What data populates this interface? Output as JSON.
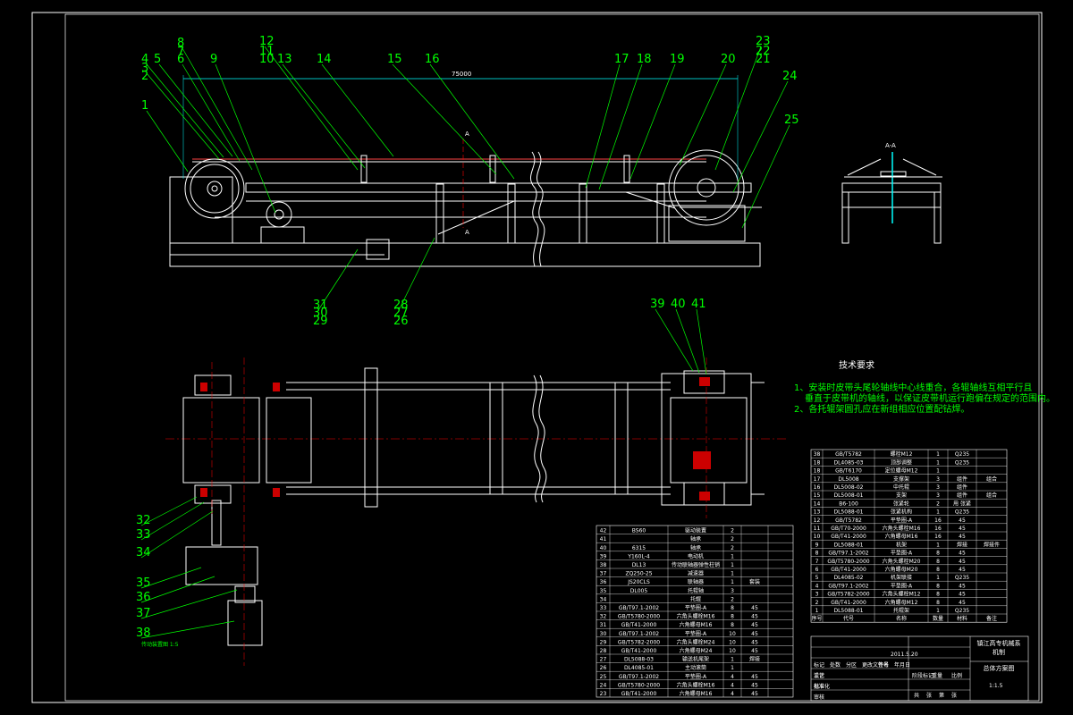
{
  "drawing": {
    "callouts_top": [
      "1",
      "2",
      "3",
      "4",
      "5",
      "6",
      "7",
      "8",
      "9",
      "10",
      "11",
      "12",
      "13",
      "14",
      "15",
      "16",
      "17",
      "18",
      "19",
      "20",
      "21",
      "22",
      "23",
      "24",
      "25"
    ],
    "callouts_mid": [
      "26",
      "27",
      "28",
      "29",
      "30",
      "31"
    ],
    "callouts_plan_top": [
      "39",
      "40",
      "41"
    ],
    "callouts_plan_left": [
      "32",
      "33",
      "34",
      "35",
      "36",
      "37",
      "38"
    ],
    "overall_dimension": "75000",
    "section_mark": "A",
    "section_title": "A-A",
    "plan_caption": "传动装置图 1:5"
  },
  "notes": {
    "title": "技术要求",
    "lines": [
      "1、安装时皮带头尾轮轴线中心线重合，各辊轴线互相平行且",
      "垂直于皮带机的轴线，以保证皮带机运行跑偏在规定的范围内。",
      "2、各托辊架圆孔应在新组相应位置配钻焊。"
    ]
  },
  "bom_right": [
    [
      "38",
      "GB/T5782",
      "螺栓M12",
      "1",
      "Q235",
      ""
    ],
    [
      "18",
      "DL4085-03",
      "顶部调整",
      "1",
      "Q235",
      ""
    ],
    [
      "18",
      "GB/T6170",
      "定位螺母M12",
      "1",
      "",
      ""
    ],
    [
      "17",
      "DL5008",
      "支撑架",
      "3",
      "组件",
      "组合"
    ],
    [
      "16",
      "DL5008-02",
      "中托辊",
      "3",
      "组件",
      ""
    ],
    [
      "15",
      "DL5008-01",
      "支架",
      "3",
      "组件",
      "组合"
    ],
    [
      "14",
      "B6-100",
      "张紧轮",
      "2",
      "用 张紧",
      ""
    ],
    [
      "13",
      "DL5088-01",
      "张紧机构",
      "1",
      "Q235",
      ""
    ],
    [
      "12",
      "GB/T5782",
      "平垫圈-A",
      "16",
      "45",
      ""
    ],
    [
      "11",
      "GB/T70-2000",
      "六角头螺栓M16",
      "16",
      "45",
      ""
    ],
    [
      "10",
      "GB/T41-2000",
      "六角螺母M16",
      "16",
      "45",
      ""
    ],
    [
      "9",
      "DL5088-01",
      "机架",
      "1",
      "焊接",
      "焊接件"
    ],
    [
      "8",
      "GB/T97.1-2002",
      "平垫圈-A",
      "8",
      "45",
      ""
    ],
    [
      "7",
      "GB/T5780-2000",
      "六角头螺栓M20",
      "8",
      "45",
      ""
    ],
    [
      "6",
      "GB/T41-2000",
      "六角螺母M20",
      "8",
      "45",
      ""
    ],
    [
      "5",
      "DL4085-02",
      "机架联接",
      "1",
      "Q235",
      ""
    ],
    [
      "4",
      "GB/T97.1-2002",
      "平垫圈-A",
      "8",
      "45",
      ""
    ],
    [
      "3",
      "GB/T5782-2000",
      "六角头螺栓M12",
      "8",
      "45",
      ""
    ],
    [
      "2",
      "GB/T41-2000",
      "六角螺母M12",
      "8",
      "45",
      ""
    ],
    [
      "1",
      "DL5088-01",
      "托辊架",
      "1",
      "Q235",
      ""
    ]
  ],
  "bom_left": [
    [
      "42",
      "BS60",
      "驱动装置",
      "2",
      "",
      ""
    ],
    [
      "41",
      "",
      "轴承",
      "2",
      "",
      ""
    ],
    [
      "40",
      "6315",
      "轴承",
      "2",
      "",
      ""
    ],
    [
      "39",
      "Y160L-4",
      "电动机",
      "1",
      "",
      ""
    ],
    [
      "38",
      "DL13",
      "传动联轴器弹性柱销",
      "1",
      "",
      ""
    ],
    [
      "37",
      "ZQ250-25",
      "减速器",
      "1",
      "",
      ""
    ],
    [
      "36",
      "JS20CLS",
      "联轴器",
      "1",
      "套装",
      ""
    ],
    [
      "35",
      "DL005",
      "托辊轴",
      "3",
      "",
      ""
    ],
    [
      "34",
      "",
      "托辊",
      "2",
      "",
      ""
    ],
    [
      "33",
      "GB/T97.1-2002",
      "平垫圈-A",
      "8",
      "45",
      ""
    ],
    [
      "32",
      "GB/T5780-2000",
      "六角头螺栓M16",
      "8",
      "45",
      ""
    ],
    [
      "31",
      "GB/T41-2000",
      "六角螺母M16",
      "8",
      "45",
      ""
    ],
    [
      "30",
      "GB/T97.1-2002",
      "平垫圈-A",
      "10",
      "45",
      ""
    ],
    [
      "29",
      "GB/T5782-2000",
      "六角头螺栓M24",
      "10",
      "45",
      ""
    ],
    [
      "28",
      "GB/T41-2000",
      "六角螺母M24",
      "10",
      "45",
      ""
    ],
    [
      "27",
      "DL5088-03",
      "输送机尾架",
      "1",
      "焊接",
      ""
    ],
    [
      "26",
      "DL4085-01",
      "主动滚筒",
      "1",
      "",
      ""
    ],
    [
      "25",
      "GB/T97.1-2002",
      "平垫圈-A",
      "4",
      "45",
      ""
    ],
    [
      "24",
      "GB/T5780-2000",
      "六角头螺栓M16",
      "4",
      "45",
      ""
    ],
    [
      "23",
      "GB/T41-2000",
      "六角螺母M16",
      "4",
      "45",
      ""
    ]
  ],
  "bom_header": [
    "序号",
    "代号",
    "名称",
    "数量",
    "材料",
    "备注"
  ],
  "title_block": {
    "company": "镇江高专机械系",
    "major": "机制",
    "drawing_name": "总体方案图",
    "scale": "1:1.5",
    "labels": [
      "标记",
      "处数",
      "分区",
      "更改文件号",
      "签名",
      "年月日"
    ],
    "labels2": [
      "设计",
      "标准化",
      "审核",
      "工艺",
      "批准"
    ],
    "labels3": [
      "阶段标记",
      "重量",
      "比例"
    ],
    "labels4": [
      "共",
      "张",
      "第",
      "张"
    ],
    "date": "2011.5.20"
  },
  "colors": {
    "background": "#000000",
    "outline": "#ffffff",
    "callout": "#00ff00",
    "center_line": "#ff0000",
    "hidden_line": "#ffff00",
    "dimension": "#00ffff"
  }
}
